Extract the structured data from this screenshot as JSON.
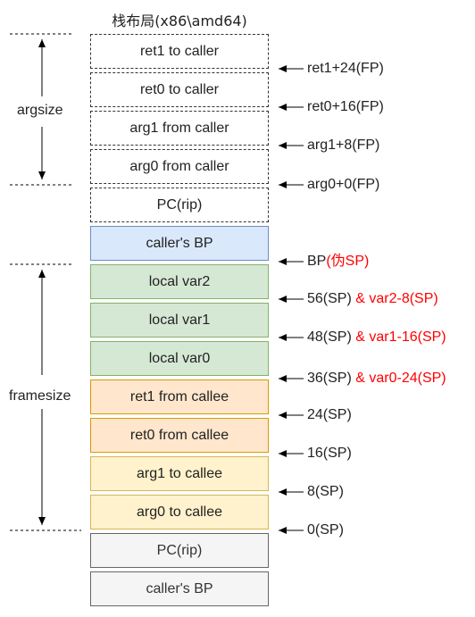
{
  "title": "栈布局(x86\\amd64)",
  "side_labels": {
    "argsize": "argsize",
    "framesize": "framesize"
  },
  "blocks": [
    {
      "text": "ret1 to caller",
      "style": "dashed"
    },
    {
      "text": "ret0 to caller",
      "style": "dashed"
    },
    {
      "text": "arg1 from caller",
      "style": "dashed"
    },
    {
      "text": "arg0 from caller",
      "style": "dashed"
    },
    {
      "text": "PC(rip)",
      "style": "dashed"
    },
    {
      "text": "caller's BP",
      "style": "blue"
    },
    {
      "text": "local var2",
      "style": "green"
    },
    {
      "text": "local var1",
      "style": "green"
    },
    {
      "text": "local var0",
      "style": "green"
    },
    {
      "text": "ret1 from callee",
      "style": "orange"
    },
    {
      "text": "ret0 from callee",
      "style": "orange"
    },
    {
      "text": "arg1 to callee",
      "style": "yellow"
    },
    {
      "text": "arg0 to callee",
      "style": "yellow"
    },
    {
      "text": "PC(rip)",
      "style": "gray"
    },
    {
      "text": "caller's BP",
      "style": "gray"
    }
  ],
  "offsets": [
    {
      "main": "ret1+24(FP)",
      "extra": ""
    },
    {
      "main": "ret0+16(FP)",
      "extra": ""
    },
    {
      "main": "arg1+8(FP)",
      "extra": ""
    },
    {
      "main": "arg0+0(FP)",
      "extra": ""
    },
    {
      "main": "BP",
      "extra": "(伪SP)"
    },
    {
      "main": "56(SP)",
      "extra": " & var2-8(SP)"
    },
    {
      "main": "48(SP)",
      "extra": " & var1-16(SP)"
    },
    {
      "main": "36(SP)",
      "extra": " & var0-24(SP)"
    },
    {
      "main": "24(SP)",
      "extra": ""
    },
    {
      "main": "16(SP)",
      "extra": ""
    },
    {
      "main": "8(SP)",
      "extra": ""
    },
    {
      "main": "0(SP)",
      "extra": ""
    }
  ],
  "colors": {
    "highlight": "#ff0000",
    "caller_bp_fill": "#dae8fc",
    "local_fill": "#d5e8d4",
    "ret_fill": "#ffe6cc",
    "arg_fill": "#fff2cc",
    "saved_fill": "#f5f5f5"
  }
}
